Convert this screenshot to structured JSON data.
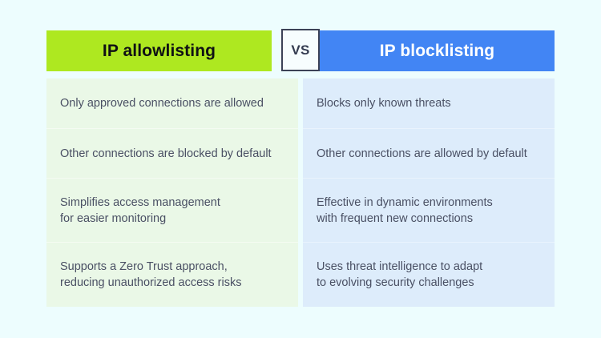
{
  "page": {
    "background_color": "#edfdfe"
  },
  "comparison": {
    "vs_label": "VS",
    "left": {
      "title": "IP allowlisting",
      "header_color": "#aee820",
      "header_text_color": "#101114",
      "panel_color": "#eaf8e7",
      "rows": [
        "Only approved connections are allowed",
        "Other connections are blocked by default",
        "Simplifies access management\nfor easier monitoring",
        "Supports a Zero Trust approach,\nreducing unauthorized access risks"
      ]
    },
    "right": {
      "title": "IP blocklisting",
      "header_color": "#4285f4",
      "header_text_color": "#ffffff",
      "panel_color": "#ddecfb",
      "rows": [
        "Blocks only known threats",
        "Other connections are allowed by default",
        "Effective in dynamic environments\nwith frequent new connections",
        "Uses threat intelligence to adapt\nto evolving security challenges"
      ]
    }
  }
}
